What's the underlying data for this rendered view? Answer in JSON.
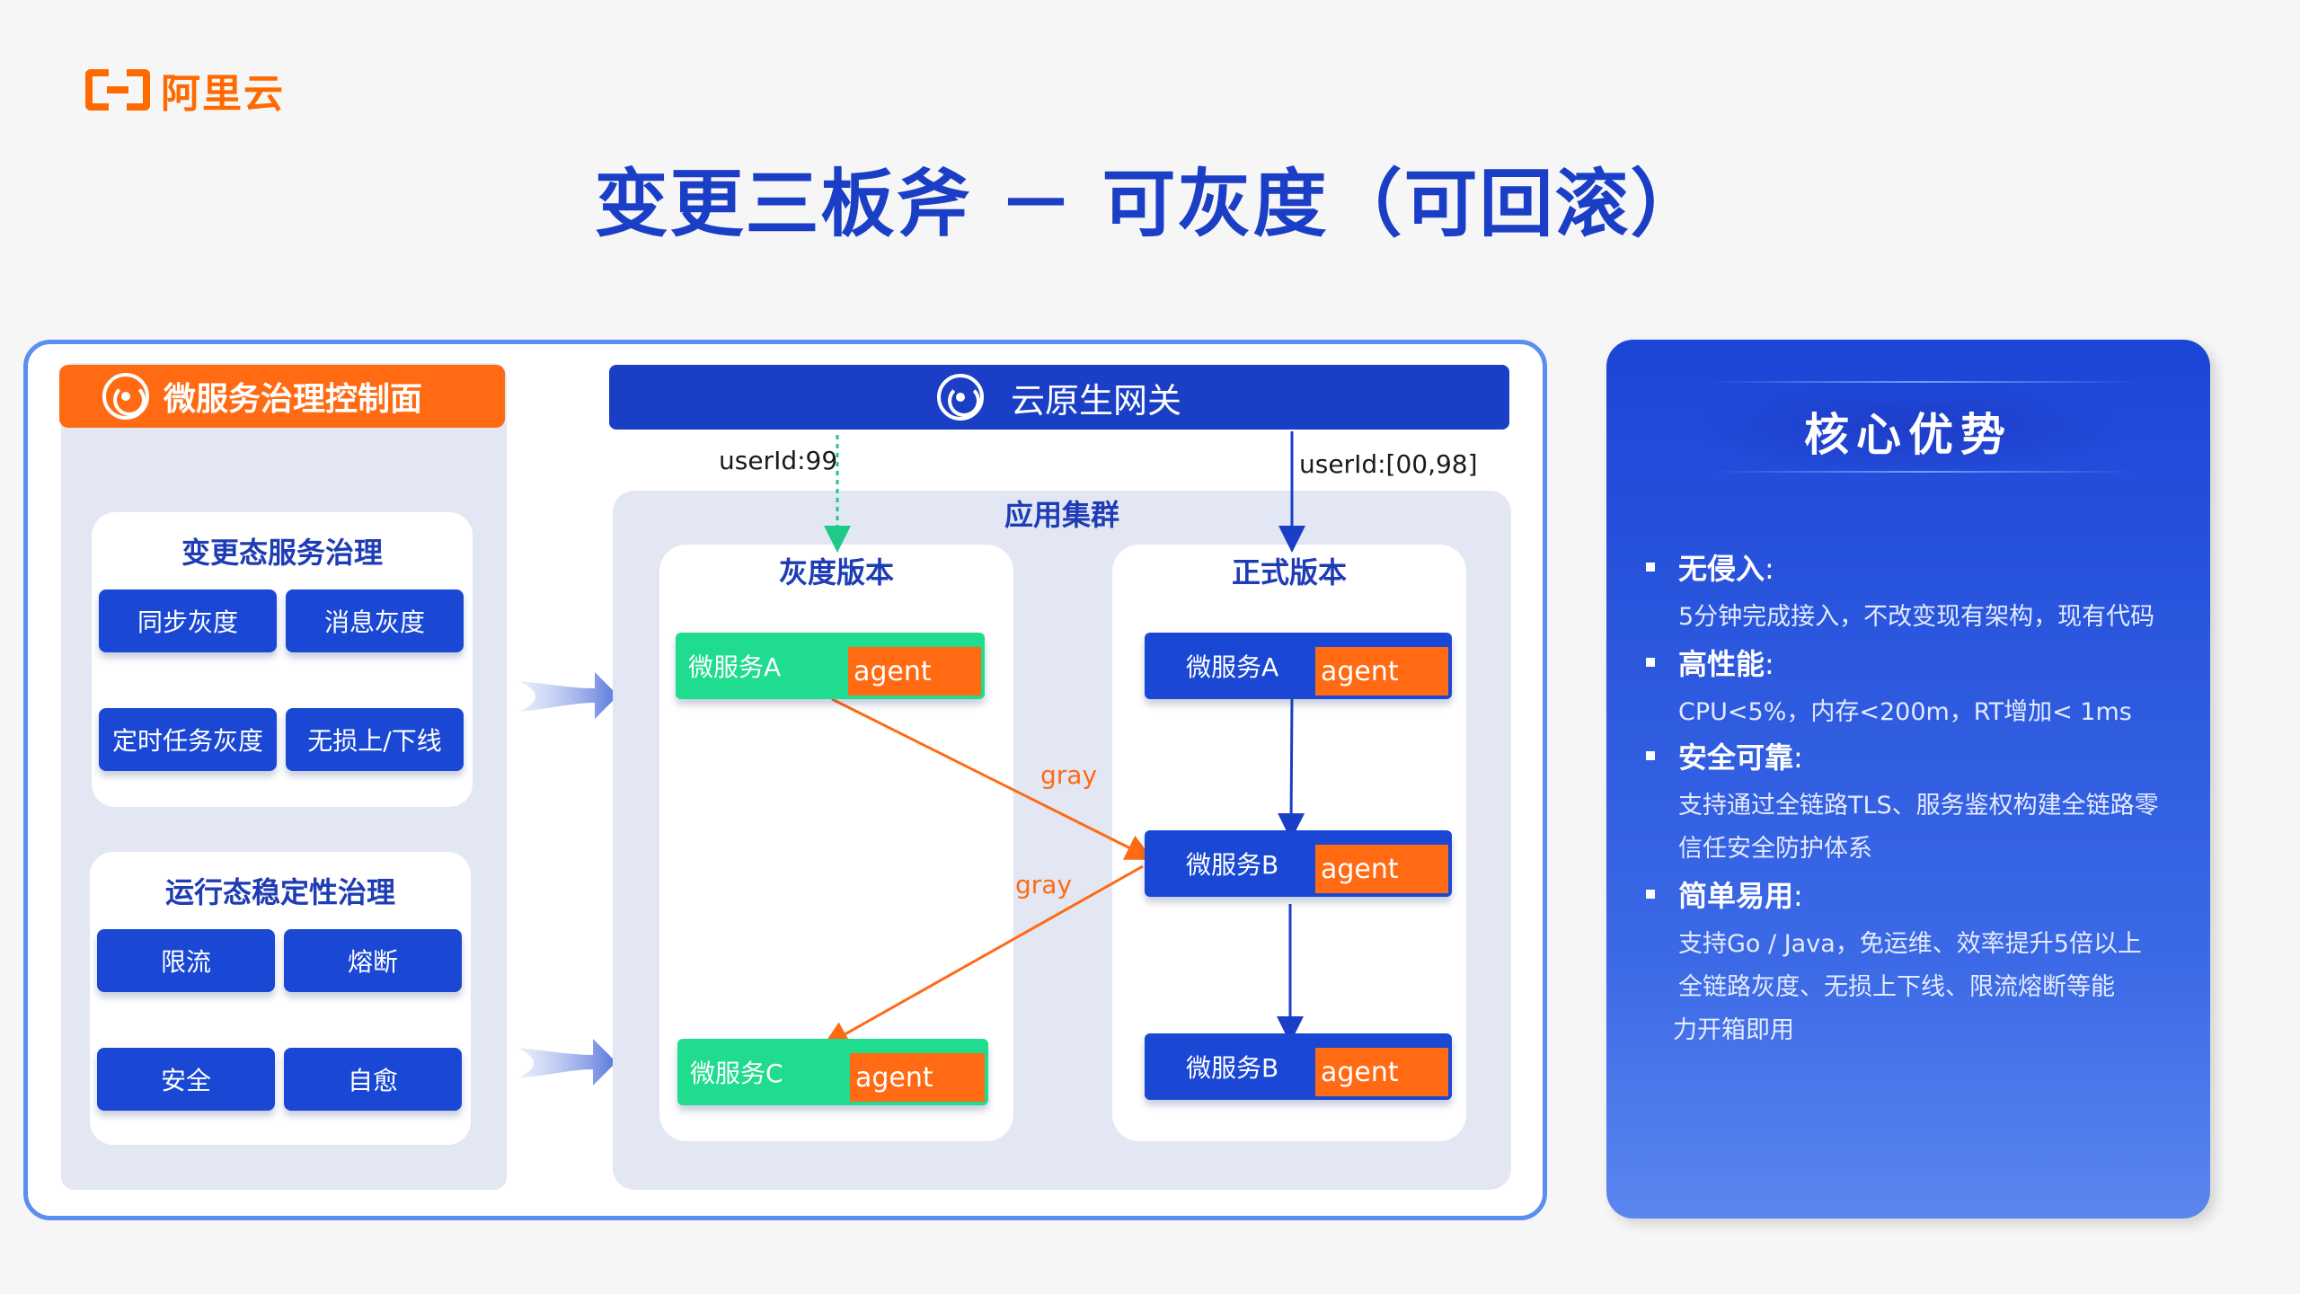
{
  "logo": {
    "text": "阿里云"
  },
  "title": "变更三板斧 － 可灰度（可回滚）",
  "control_plane": {
    "title": "微服务治理控制面",
    "change_card": {
      "title": "变更态服务治理",
      "buttons": [
        "同步灰度",
        "消息灰度",
        "定时任务灰度",
        "无损上/下线"
      ]
    },
    "runtime_card": {
      "title": "运行态稳定性治理",
      "buttons": [
        "限流",
        "熔断",
        "安全",
        "自愈"
      ]
    }
  },
  "gateway": {
    "title": "云原生网关",
    "left_route": "userId:99",
    "right_route": "userId:[00,98]"
  },
  "cluster": {
    "title": "应用集群",
    "gray": {
      "title": "灰度版本",
      "services": [
        {
          "name": "微服务A",
          "agent": "agent"
        },
        {
          "name": "微服务C",
          "agent": "agent"
        }
      ]
    },
    "stable": {
      "title": "正式版本",
      "services": [
        {
          "name": "微服务A",
          "agent": "agent"
        },
        {
          "name": "微服务B",
          "agent": "agent"
        },
        {
          "name": "微服务B",
          "agent": "agent"
        }
      ]
    },
    "edge_labels": [
      "gray",
      "gray"
    ]
  },
  "advantages": {
    "title": "核心优势",
    "items": [
      {
        "head": "无侵入",
        "lines": [
          "5分钟完成接入，不改变现有架构，现有代码"
        ]
      },
      {
        "head": "高性能",
        "lines": [
          "CPU<5%，内存<200m，RT增加< 1ms"
        ]
      },
      {
        "head": "安全可靠",
        "lines": [
          "支持通过全链路TLS、服务鉴权构建全链路零",
          "信任安全防护体系"
        ]
      },
      {
        "head": "简单易用",
        "lines": [
          "支持Go / Java，免运维、效率提升5倍以上",
          "全链路灰度、无损上下线、限流熔断等能",
          "力开箱即用"
        ]
      }
    ]
  },
  "colors": {
    "brand_orange": "#ff6a00",
    "primary_blue": "#1a3fc6",
    "button_blue": "#1a48d4",
    "green": "#1fdc8e",
    "frame_border": "#5a8ef0"
  }
}
